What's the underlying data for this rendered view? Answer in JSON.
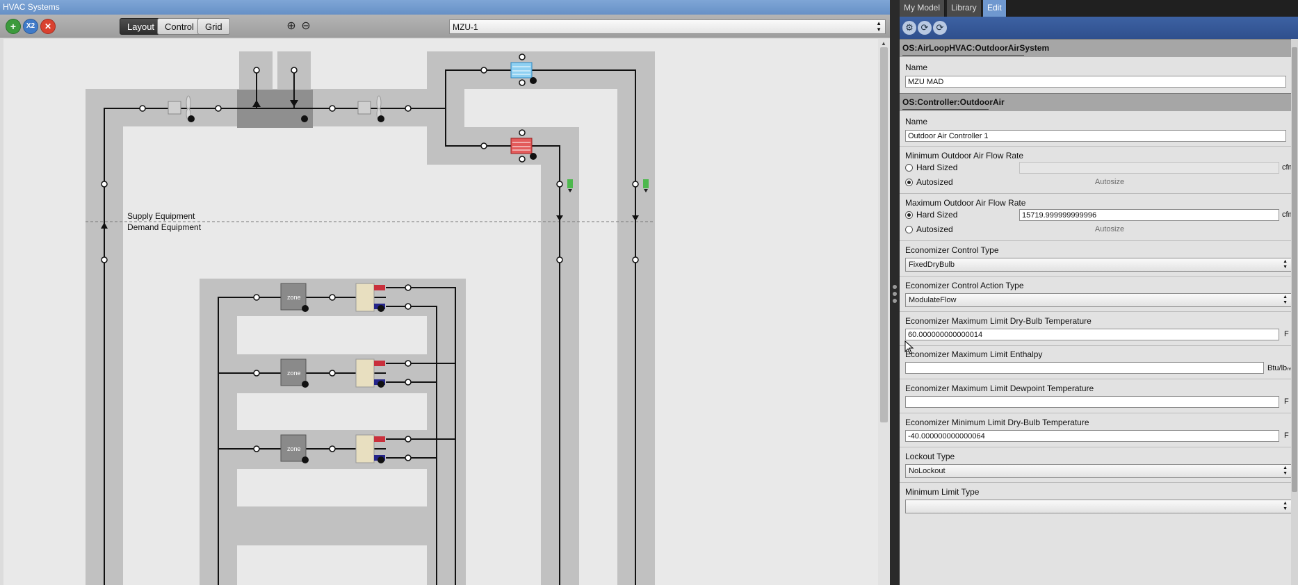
{
  "window": {
    "title": "HVAC Systems"
  },
  "toolbar": {
    "add_label": "+",
    "copy_label": "X2",
    "delete_label": "✕",
    "tabs": [
      "Layout",
      "Control",
      "Grid"
    ],
    "active_tab": "Layout",
    "zoom_in_label": "⊕",
    "zoom_out_label": "⊖",
    "selected_loop": "MZU-1"
  },
  "diagram": {
    "supply_label": "Supply Equipment",
    "demand_label": "Demand Equipment",
    "zone_label": "zone",
    "colors": {
      "pipe_bg": "#c1c1c1",
      "damper_bg": "#8f8f8f",
      "line": "#111111",
      "cooling_coil": "#5fb7e8",
      "heating_coil": "#d23b3b"
    }
  },
  "inspector": {
    "tabs": [
      "My Model",
      "Library",
      "Edit"
    ],
    "active_tab": "Edit",
    "sections": [
      {
        "header": "OS:AirLoopHVAC:OutdoorAirSystem",
        "name_label": "Name",
        "name_value": "MZU MAD"
      },
      {
        "header": "OS:Controller:OutdoorAir",
        "name_label": "Name",
        "name_value": "Outdoor Air Controller 1"
      }
    ],
    "min_oa": {
      "label": "Minimum Outdoor Air Flow Rate",
      "hard_sized": "Hard Sized",
      "value": "",
      "unit": "cfm",
      "autosized": "Autosized",
      "autosize_text": "Autosize",
      "selected": "Autosized"
    },
    "max_oa": {
      "label": "Maximum Outdoor Air Flow Rate",
      "hard_sized": "Hard Sized",
      "value": "15719.999999999996",
      "unit": "cfm",
      "autosized": "Autosized",
      "autosize_text": "Autosize",
      "selected": "Hard Sized"
    },
    "econ_control_type": {
      "label": "Economizer Control Type",
      "value": "FixedDryBulb"
    },
    "econ_action_type": {
      "label": "Economizer Control Action Type",
      "value": "ModulateFlow"
    },
    "econ_max_drybulb": {
      "label": "Economizer Maximum Limit Dry-Bulb Temperature",
      "value": "60.000000000000014",
      "unit": "F"
    },
    "econ_max_enthalpy": {
      "label": "Economizer Maximum Limit Enthalpy",
      "value": "",
      "unit": "Btu/lbₘ"
    },
    "econ_max_dewpoint": {
      "label": "Economizer Maximum Limit Dewpoint Temperature",
      "value": "",
      "unit": "F"
    },
    "econ_min_drybulb": {
      "label": "Economizer Minimum Limit Dry-Bulb Temperature",
      "value": "-40.000000000000064",
      "unit": "F"
    },
    "lockout": {
      "label": "Lockout Type",
      "value": "NoLockout"
    },
    "min_limit": {
      "label": "Minimum Limit Type"
    }
  }
}
